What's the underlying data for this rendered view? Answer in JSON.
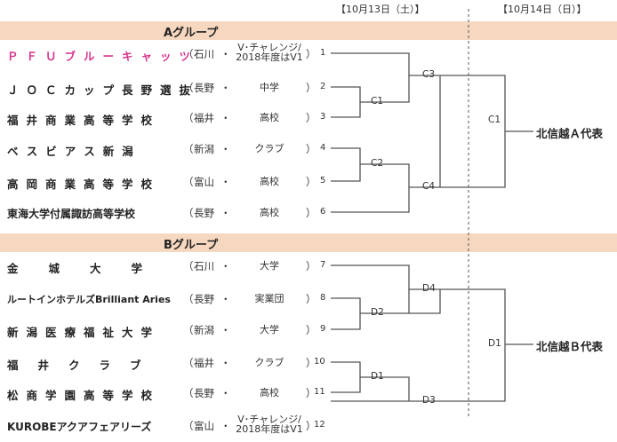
{
  "dates": {
    "day1": "【10月13日（土）】",
    "day2": "【10月14日（日）】"
  },
  "groups": [
    {
      "title": "Aグループ",
      "teams": [
        {
          "name": "ＰＦＵブルーキャッツ",
          "pref": "石川",
          "category": "V･チャレンジ/2018年度はV1",
          "num": "1"
        },
        {
          "name": "ＪＯＣカップ長野選抜",
          "pref": "長野",
          "category": "中学",
          "num": "2"
        },
        {
          "name": "福井商業高等学校",
          "pref": "福井",
          "category": "高校",
          "num": "3"
        },
        {
          "name": "ベスビアス新潟",
          "pref": "新潟",
          "category": "クラブ",
          "num": "4"
        },
        {
          "name": "高岡商業高等学校",
          "pref": "富山",
          "category": "高校",
          "num": "5"
        },
        {
          "name": "東海大学付属諏訪高等学校",
          "pref": "長野",
          "category": "高校",
          "num": "6"
        }
      ],
      "matches": {
        "m1": "C1",
        "m2": "C2",
        "m3": "C3",
        "m4": "C4",
        "final": "C1"
      },
      "result": "北信越Ａ代表"
    },
    {
      "title": "Bグループ",
      "teams": [
        {
          "name": "金城大学",
          "pref": "石川",
          "category": "大学",
          "num": "7"
        },
        {
          "name": "ルートインホテルズBrilliant Aries",
          "pref": "長野",
          "category": "実業団",
          "num": "8"
        },
        {
          "name": "新潟医療福祉大学",
          "pref": "新潟",
          "category": "大学",
          "num": "9"
        },
        {
          "name": "福井クラブ",
          "pref": "福井",
          "category": "クラブ",
          "num": "10"
        },
        {
          "name": "松商学園高等学校",
          "pref": "長野",
          "category": "高校",
          "num": "11"
        },
        {
          "name": "KUROBEアクアフェアリーズ",
          "pref": "富山",
          "category": "V･チャレンジ/2018年度はV1",
          "num": "12"
        }
      ],
      "matches": {
        "m1": "D1",
        "m2": "D2",
        "m3": "D3",
        "m4": "D4",
        "final": "D1"
      },
      "result": "北信越Ｂ代表"
    }
  ],
  "colors": {
    "band": "#f6d7bf",
    "highlight_team": "#d6358f",
    "line": "#555555"
  }
}
